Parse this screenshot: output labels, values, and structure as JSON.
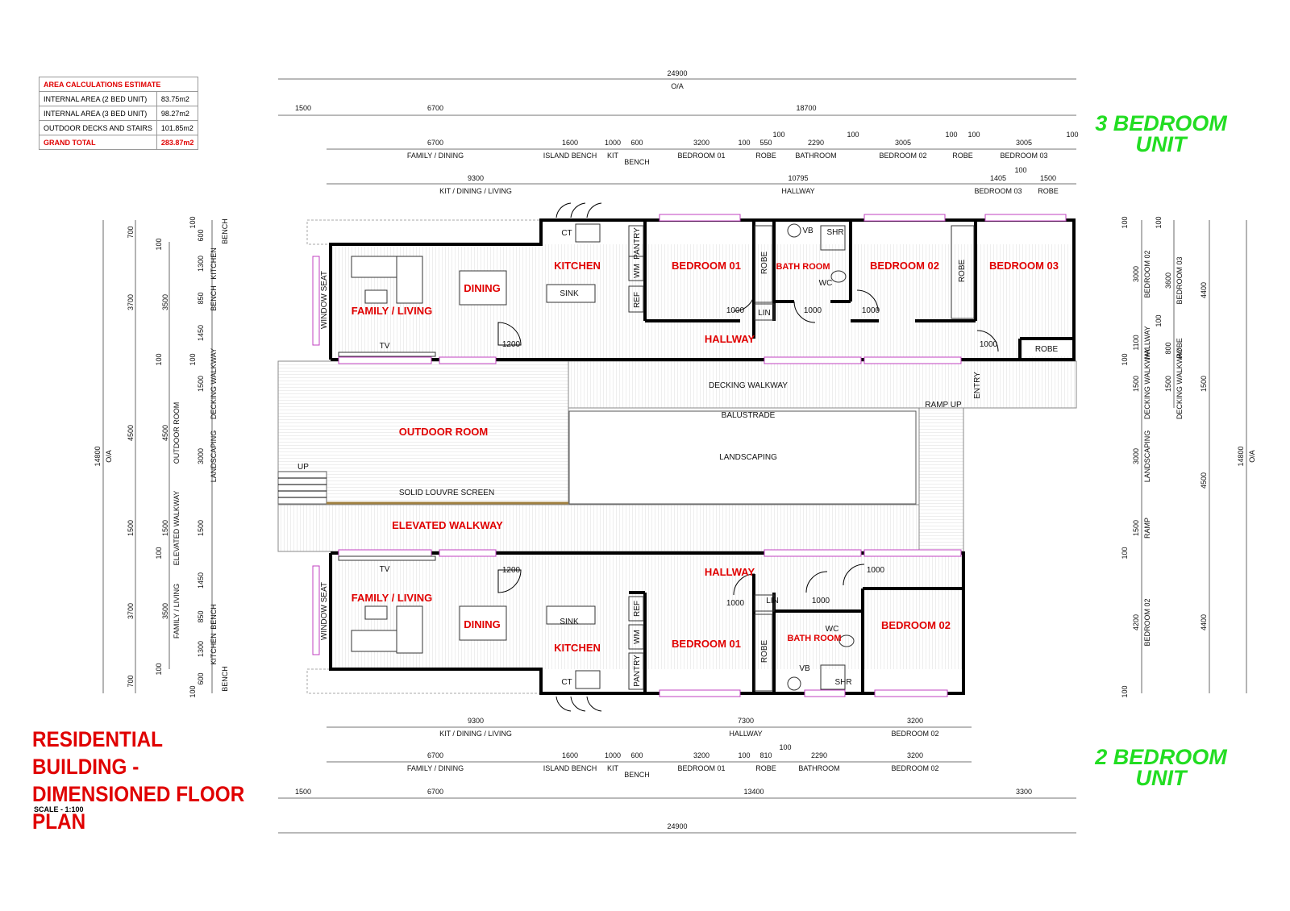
{
  "area_table": {
    "title": "AREA CALCULATIONS ESTIMATE",
    "rows": [
      {
        "label": "INTERNAL AREA (2 BED UNIT)",
        "value": "83.75m2"
      },
      {
        "label": "INTERNAL AREA (3 BED UNIT)",
        "value": "98.27m2"
      },
      {
        "label": "OUTDOOR DECKS AND STAIRS",
        "value": "101.85m2"
      }
    ],
    "total_label": "GRAND TOTAL",
    "total_value": "283.87m2"
  },
  "units": {
    "top": "3 BEDROOM UNIT",
    "bottom": "2 BEDROOM UNIT"
  },
  "title": "RESIDENTIAL BUILDING - DIMENSIONED FLOOR PLAN",
  "scale": "SCALE - 1:100",
  "top_dims": {
    "overall": "24900",
    "overall_sub": "O/A",
    "row2": [
      "1500",
      "6700",
      "18700"
    ],
    "row3_values": [
      "6700",
      "1600",
      "1000",
      "600",
      "3200",
      "100",
      "550",
      "100",
      "2290",
      "100",
      "3005",
      "100",
      "100",
      "3005",
      "100"
    ],
    "row3_labels": [
      "FAMILY / DINING",
      "ISLAND BENCH",
      "KIT",
      "BENCH",
      "BEDROOM 01",
      "ROBE",
      "BATHROOM",
      "BEDROOM 02",
      "ROBE",
      "BEDROOM 03"
    ],
    "row4_values": [
      "9300",
      "10795",
      "1405",
      "100",
      "1500"
    ],
    "row4_labels": [
      "KIT / DINING / LIVING",
      "HALLWAY",
      "BEDROOM 03",
      "ROBE"
    ]
  },
  "bottom_dims": {
    "row1_values": [
      "9300",
      "7300",
      "3200"
    ],
    "row1_labels": [
      "KIT / DINING / LIVING",
      "HALLWAY",
      "BEDROOM 02"
    ],
    "row2_values": [
      "6700",
      "1600",
      "1000",
      "600",
      "3200",
      "100",
      "810",
      "100",
      "2290",
      "3200"
    ],
    "row2_labels": [
      "FAMILY / DINING",
      "ISLAND BENCH",
      "KIT",
      "BENCH",
      "BEDROOM 01",
      "ROBE",
      "BATHROOM",
      "BEDROOM 02"
    ],
    "row3": [
      "1500",
      "6700",
      "13400",
      "3300"
    ],
    "overall": "24900"
  },
  "rooms": {
    "top": [
      "FAMILY / LIVING",
      "DINING",
      "KITCHEN",
      "BEDROOM 01",
      "BATH ROOM",
      "BEDROOM 02",
      "BEDROOM 03",
      "HALLWAY"
    ],
    "bottom": [
      "FAMILY / LIVING",
      "DINING",
      "KITCHEN",
      "BEDROOM 01",
      "BATH ROOM",
      "BEDROOM 02",
      "HALLWAY"
    ],
    "outdoor": [
      "OUTDOOR ROOM",
      "ELEVATED WALKWAY"
    ]
  },
  "labels": {
    "decking_walkway": "DECKING WALKWAY",
    "balustrade": "BALUSTRADE",
    "landscaping": "LANDSCAPING",
    "solid_louvre": "SOLID LOUVRE SCREEN",
    "ramp_up": "RAMP UP",
    "entry": "ENTRY",
    "up": "UP",
    "window_seat": "WINDOW SEAT",
    "tv": "TV",
    "sink": "SINK",
    "ct": "CT",
    "pantry": "PANTRY",
    "wm": "WM",
    "ref": "REF",
    "robe": "ROBE",
    "lin": "LIN",
    "vb": "VB",
    "shr": "SHR",
    "wc": "WC",
    "door_1000": "1000",
    "door_1200": "1200"
  },
  "left_dims": {
    "overall": "14800",
    "overall_sub": "O/A",
    "col1": [
      "700",
      "3700",
      "4500",
      "1500",
      "3700",
      "700"
    ],
    "col2": [
      "100",
      "3500",
      "100",
      "4500",
      "1500",
      "100",
      "3500",
      "100"
    ],
    "col2_labels": [
      "OUTDOOR ROOM",
      "ELEVATED WALKWAY",
      "FAMILY / LIVING"
    ],
    "col3": [
      "100",
      "600",
      "1300",
      "850",
      "1450",
      "100",
      "1500",
      "3000",
      "1500",
      "1450",
      "850",
      "1300",
      "600",
      "100"
    ],
    "col3_labels": [
      "BENCH",
      "KITCHEN",
      "BENCH",
      "DECKING WALKWAY",
      "LANDSCAPING",
      "BENCH",
      "KITCHEN",
      "BENCH"
    ]
  },
  "right_dims": {
    "overall": "14800",
    "overall_sub": "O/A",
    "col1": [
      "100",
      "3000",
      "1100",
      "100",
      "1500",
      "3000",
      "1500",
      "100",
      "4200",
      "100"
    ],
    "col1_labels": [
      "BEDROOM 02",
      "HALLWAY",
      "DECKING WALKWAY",
      "LANDSCAPING",
      "RAMP",
      "BEDROOM 02"
    ],
    "col2": [
      "100",
      "3600",
      "100",
      "800",
      "1500"
    ],
    "col2_labels": [
      "BEDROOM 03",
      "ROBE",
      "DECKING WALKWAY"
    ],
    "col3": [
      "4400",
      "1500",
      "4500",
      "4400"
    ]
  },
  "colors": {
    "room_label": "#e00000",
    "unit_label": "#22dd22",
    "window": "#c040c0",
    "wall": "#000000"
  }
}
